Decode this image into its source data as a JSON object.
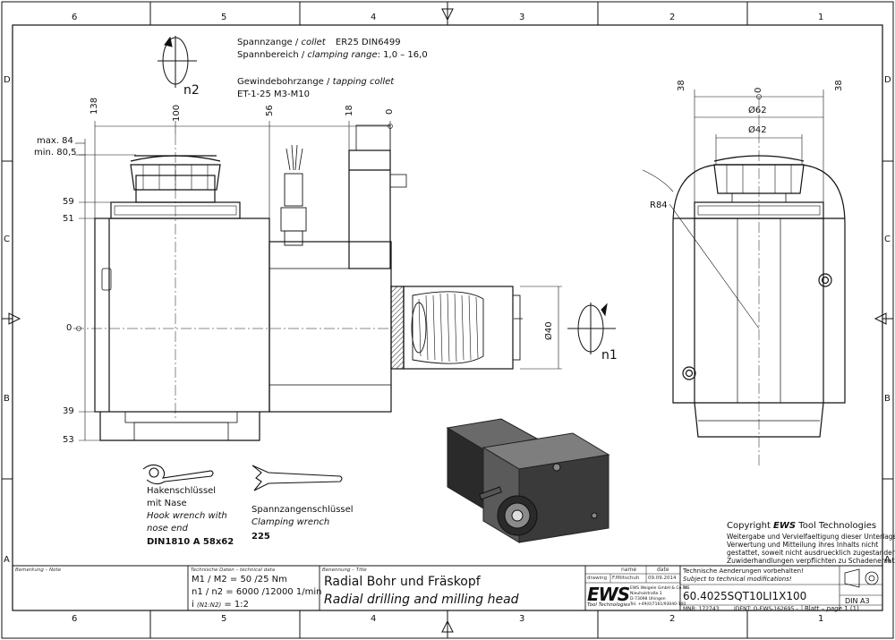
{
  "grid": {
    "columns": [
      "6",
      "5",
      "4",
      "3",
      "2",
      "1"
    ],
    "rows": [
      "D",
      "C",
      "B",
      "A"
    ]
  },
  "specs": {
    "collet_de": "Spannzange /",
    "collet_en": "collet",
    "collet_val": "ER25    DIN6499",
    "range_de": "Spannbereich /",
    "range_en": "clamping range",
    "range_val": ": 1,0 – 16,0",
    "tap_de": "Gewindebohrzange /",
    "tap_en": "tapping collet",
    "tap_val": "ET-1-25   M3-M10"
  },
  "rotation": {
    "n2": "n2",
    "n1": "n1"
  },
  "dims_left": {
    "top": [
      "138",
      "100",
      "56",
      "18",
      "0"
    ],
    "max": "max. 84",
    "min": "min. 80,5",
    "side": [
      "59",
      "51",
      "0",
      "39",
      "53"
    ],
    "dia40": "Ø40"
  },
  "dims_right": {
    "top_left": "38",
    "top_mid": "0",
    "top_right": "38",
    "d62": "Ø62",
    "d42": "Ø42",
    "r84": "R84"
  },
  "tools": {
    "hook_l1": "Hakenschlüssel",
    "hook_l2": "mit Nase",
    "hook_l3": "Hook wrench with",
    "hook_l4": "nose end",
    "hook_l5": "DIN1810  A 58x62",
    "clamp_l1": "Spannzangenschlüssel",
    "clamp_l2": "Clamping wrench",
    "clamp_l3": "225"
  },
  "copyright": {
    "title_pre": "Copyright ",
    "title_brand": "EWS",
    "title_post": " Tool Technologies",
    "line1": "Weitergabe und Vervielfaeltigung dieser Unterlage,",
    "line2": "Verwertung und Mitteilung ihres Inhalts nicht",
    "line3": "gestattet, soweit nicht ausdruecklich zugestanden.",
    "line4": "Zuwiderhandlungen verpflichten zu Schadenersatz."
  },
  "titleblock": {
    "remarks_label": "Bemerkung – Note",
    "tech_label": "Technische Daten – technical data",
    "tech_line1": "M1 / M2 = 50  /25  Nm",
    "tech_line2": "n1 / n2 = 6000 /12000 1/min",
    "tech_line3a": "i ",
    "tech_line3b": "(N1:N2)",
    "tech_line3c": " = 1:2",
    "title_label": "Benennung – Title",
    "title_de": "Radial Bohr und Fräskopf",
    "title_en": "Radial drilling and milling head",
    "name_hdr": "name",
    "date_hdr": "date",
    "drawing_lbl": "drawing",
    "drawing_name": "F.Miltschuh",
    "drawing_date": "09.09.2014",
    "logo": "EWS",
    "logo_sub": "Tool Technologies",
    "addr1": "EWS Weigele GmbH & Co. KG",
    "addr2": "Nieuhalstraße 1",
    "addr3": "D-73098 Uhingen",
    "addr4": "Tel. +49(0)7161/93040-100",
    "mods_de": "Technische Aenderungen vorbehalten!",
    "mods_en": "Subject to technical modifications!",
    "nr_label": "Nr.",
    "part_no": "60.4025SQT10LI1X100",
    "mnr": "MNR: 172743",
    "ident": "IDENT: O-EWS-162695 –",
    "sheet_de": "Blatt – ",
    "sheet_en": "page",
    "sheet_val": "1 (1)",
    "format": "DIN A3"
  },
  "colors": {
    "line": "#111111",
    "hatch": "#333333",
    "iso_dark": "#2a2a2a",
    "iso_mid": "#4a4a4a",
    "iso_light": "#8a8a8a"
  }
}
